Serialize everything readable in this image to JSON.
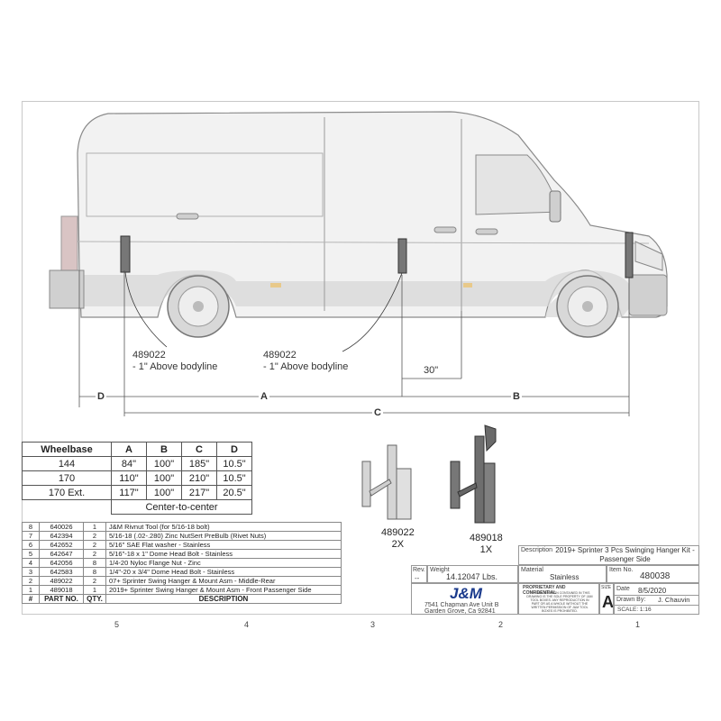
{
  "van": {
    "callouts": [
      {
        "part": "489022",
        "note": "- 1\" Above bodyline"
      },
      {
        "part": "489022",
        "note": "- 1\" Above bodyline"
      }
    ],
    "dim_30": "30\"",
    "dims": {
      "d": "D",
      "a": "A",
      "b": "B",
      "c": "C"
    }
  },
  "wheelbase_table": {
    "headers": [
      "Wheelbase",
      "A",
      "B",
      "C",
      "D"
    ],
    "rows": [
      [
        "144",
        "84\"",
        "100\"",
        "185\"",
        "10.5\""
      ],
      [
        "170",
        "110\"",
        "100\"",
        "210\"",
        "10.5\""
      ],
      [
        "170 Ext.",
        "117\"",
        "100\"",
        "217\"",
        "20.5\""
      ]
    ],
    "footer": "Center-to-center"
  },
  "parts_images": [
    {
      "part": "489022",
      "qty": "2X"
    },
    {
      "part": "489018",
      "qty": "1X"
    }
  ],
  "bom": {
    "headers": [
      "#",
      "PART NO.",
      "QTY.",
      "DESCRIPTION"
    ],
    "rows": [
      [
        "8",
        "640026",
        "1",
        "J&M Rivnut Tool (for 5/16-18 bolt)"
      ],
      [
        "7",
        "642394",
        "2",
        "5/16-18 (.02-.280) Zinc NutSert PreBulb (Rivet Nuts)"
      ],
      [
        "6",
        "642652",
        "2",
        "5/16\" SAE Flat washer - Stainless"
      ],
      [
        "5",
        "642647",
        "2",
        "5/16\"-18 x 1\" Dome Head Bolt - Stainless"
      ],
      [
        "4",
        "642056",
        "8",
        "1/4-20 Nyloc Flange Nut - Zinc"
      ],
      [
        "3",
        "642583",
        "8",
        "1/4\"-20 x 3/4\" Dome Head Bolt - Stainless"
      ],
      [
        "2",
        "489022",
        "2",
        "07+ Sprinter Swing Hanger & Mount Asm - Middle-Rear"
      ],
      [
        "1",
        "489018",
        "1",
        "2019+ Sprinter Swing Hanger & Mount Asm - Front Passenger Side"
      ]
    ]
  },
  "title_block": {
    "description_label": "Description",
    "description": "2019+ Sprinter 3 Pcs Swinging Hanger Kit - Passenger Side",
    "rev_label": "Rev.",
    "rev": "--",
    "weight_label": "Weight",
    "weight": "14.12047 Lbs.",
    "material_label": "Material",
    "material": "Stainless",
    "item_no_label": "Item No.",
    "item_no": "480038",
    "logo": "J&M",
    "address_line1": "7541 Chapman Ave Unit B",
    "address_line2": "Garden Grove, Ca 92841",
    "proprietary_title": "PROPRIETARY AND CONFIDENTIAL",
    "proprietary_text": "THE INFORMATION CONTAINED IN THIS DRAWING IS THE SOLE PROPERTY OF J&M TOOL BOXES. ANY REPRODUCTION IN PART OR AS A WHOLE WITHOUT THE WRITTEN PERMISSION OF J&M TOOL BOXES IS PROHIBITED.",
    "size_label": "SIZE",
    "size": "A",
    "date_label": "Date",
    "date": "8/5/2020",
    "drawn_by_label": "Drawn By:",
    "drawn_by": "J. Chauvin",
    "scale": "SCALE: 1:16"
  },
  "zones": [
    "5",
    "4",
    "3",
    "2",
    "1"
  ],
  "colors": {
    "van_body": "#f2f2f2",
    "van_outline": "#8a8a8a",
    "stripe": "#bdbdbd",
    "part_metal": "#cfcfcf",
    "part_dark": "#555555",
    "logo_blue": "#1a3a8c"
  }
}
